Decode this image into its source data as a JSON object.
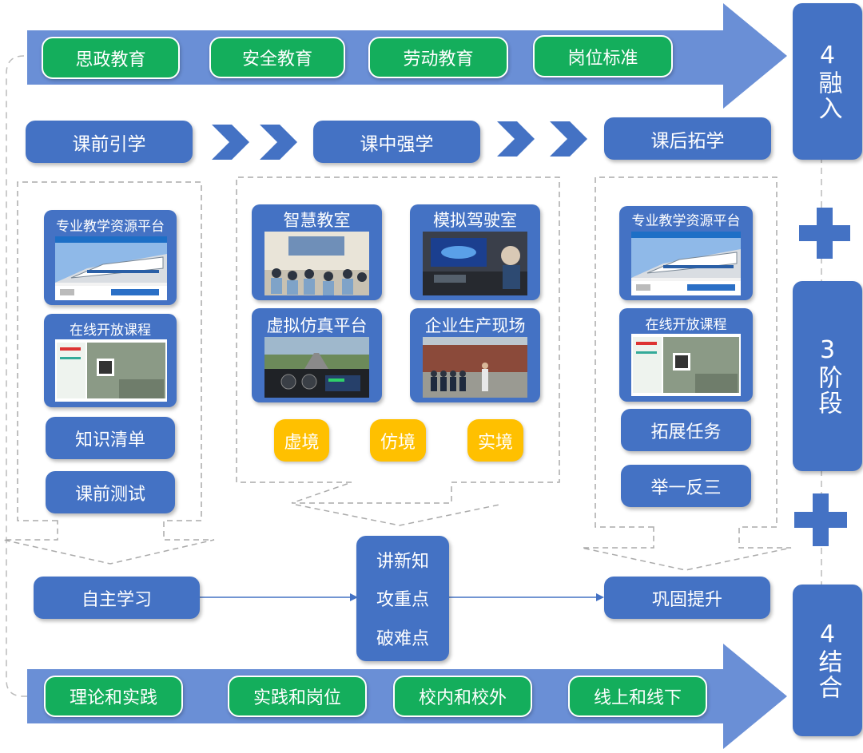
{
  "top_arrow": {
    "items": [
      "思政教育",
      "安全教育",
      "劳动教育",
      "岗位标准"
    ]
  },
  "bottom_arrow": {
    "items": [
      "理论和实践",
      "实践和岗位",
      "校内和校外",
      "线上和线下"
    ]
  },
  "stages": {
    "fusion": {
      "number": "4",
      "chars": "融入"
    },
    "phases": {
      "number": "3",
      "chars": "阶段"
    },
    "combine": {
      "number": "4",
      "chars": "结合"
    }
  },
  "phases": {
    "pre": "课前引学",
    "mid": "课中强学",
    "post": "课后拓学"
  },
  "pre_class": {
    "card1_title": "专业教学资源平台",
    "card2_title": "在线开放课程",
    "item1": "知识清单",
    "item2": "课前测试"
  },
  "in_class": {
    "card1_title": "智慧教室",
    "card2_title": "模拟驾驶室",
    "card3_title": "虚拟仿真平台",
    "card4_title": "企业生产现场",
    "tags": [
      "虚境",
      "仿境",
      "实境"
    ]
  },
  "post_class": {
    "card1_title": "专业教学资源平台",
    "card2_title": "在线开放课程",
    "item1": "拓展任务",
    "item2": "举一反三"
  },
  "flow": {
    "left": "自主学习",
    "center": [
      "讲新知",
      "攻重点",
      "破难点"
    ],
    "right": "巩固提升"
  },
  "colors": {
    "blue": "#4472C4",
    "arrow": "#6A8FD6",
    "green": "#14AE5C",
    "gold": "#FFC000"
  }
}
